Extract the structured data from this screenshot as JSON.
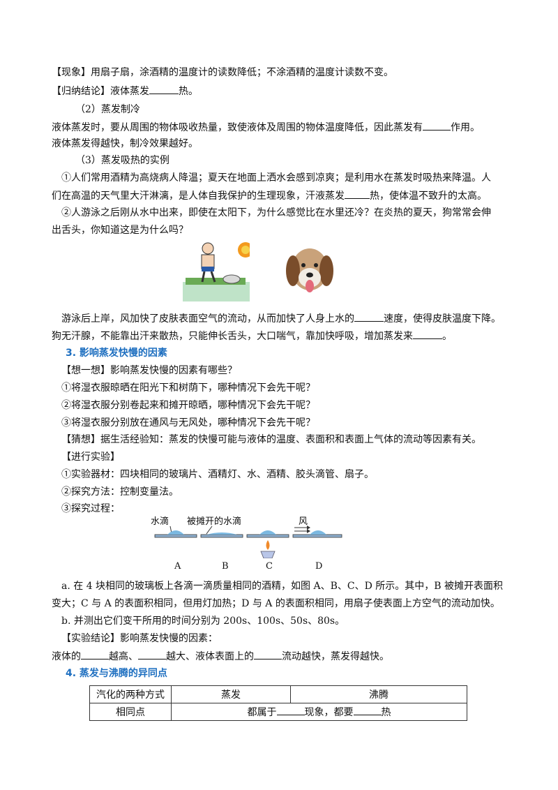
{
  "lines": {
    "l1": "【现象】用扇子扇，涂酒精的温度计的读数降低；不涂酒精的温度计读数不变。",
    "l2a": "【归纳结论】液体蒸发",
    "l2b": "热。",
    "l3": "（2）蒸发制冷",
    "l4a": "液体蒸发时，要从周围的物体吸收热量，致使液体及周围的物体温度降低，因此蒸发有",
    "l4b": "作用。",
    "l5": "液体蒸发得越快，制冷效果越好。",
    "l6": "（3）蒸发吸热的实例",
    "l7": "①人们常用酒精为高烧病人降温；夏天在地面上洒水会感到凉爽；是利用水在蒸发时吸热来降温。人",
    "l8a": "们在高温的天气里大汗淋漓，是人体自我保护的生理现象，汗液蒸发",
    "l8b": "热，使体温不致升的太高。",
    "l9": "②人游泳之后刚从水中出来，即使在太阳下，为什么感觉比在水里还冷？在炎热的夏天，狗常常会伸",
    "l10": "出舌头，你知道这是为什么吗？",
    "l11a": "游泳后上岸，风加快了皮肤表面空气的流动，从而加快了人身上水的",
    "l11b": "速度，使得皮肤温度下降。",
    "l12a": "狗无汗腺，不能靠出汗来散热，只能伸长舌头，大口喘气，靠加快呼吸，增加蒸发来",
    "l12b": "。",
    "h3": "3. 影响蒸发快慢的因素",
    "l13": "【想一想】影响蒸发快慢的因素有哪些？",
    "l14": "①将湿衣服晾晒在阳光下和树荫下，哪种情况下会先干呢？",
    "l15": "②将湿衣服分别卷起来和摊开晾晒，哪种情况下会先干呢？",
    "l16": "③将湿衣服分别放在通风与无风处，哪种情况下会先干呢？",
    "l17": "【猜想】据生活经验知：蒸发的快慢可能与液体的温度、表面积和表面上气体的流动等因素有关。",
    "l18": "【进行实验】",
    "l19": "①实验器材：四块相同的玻璃片、酒精灯、水、酒精、胶头滴管、扇子。",
    "l20": "②探究方法：控制变量法。",
    "l21": "③探究过程：",
    "l22": "a. 在 4 块相同的玻璃板上各滴一滴质量相同的酒精，如图 A、B、C、D 所示。其中，B 被摊开表面积",
    "l23": "变大；C 与 A 的表面积相同，但用灯加热；D 与 A 的表面积相同，用扇子使表面上方空气的流动加快。",
    "l24": "b. 并测出它们变干所用的时间分别为 200s、100s、50s、80s。",
    "l25": "【实验结论】影响蒸发快慢的因素：",
    "l26a": "液体的",
    "l26b": "越高、",
    "l26c": "越大、液体表面上的",
    "l26d": "流动越快，蒸发得越快。",
    "h4": "4. 蒸发与沸腾的异同点"
  },
  "figure": {
    "label_drop": "水滴",
    "label_spread": "被摊开的水滴",
    "label_wind": "风",
    "A": "A",
    "B": "B",
    "C": "C",
    "D": "D"
  },
  "table": {
    "h0": "汽化的两种方式",
    "h1": "蒸发",
    "h2": "沸腾",
    "r1c0": "相同点",
    "r1a": "都属于",
    "r1b": "现象，都要",
    "r1c": "热"
  }
}
